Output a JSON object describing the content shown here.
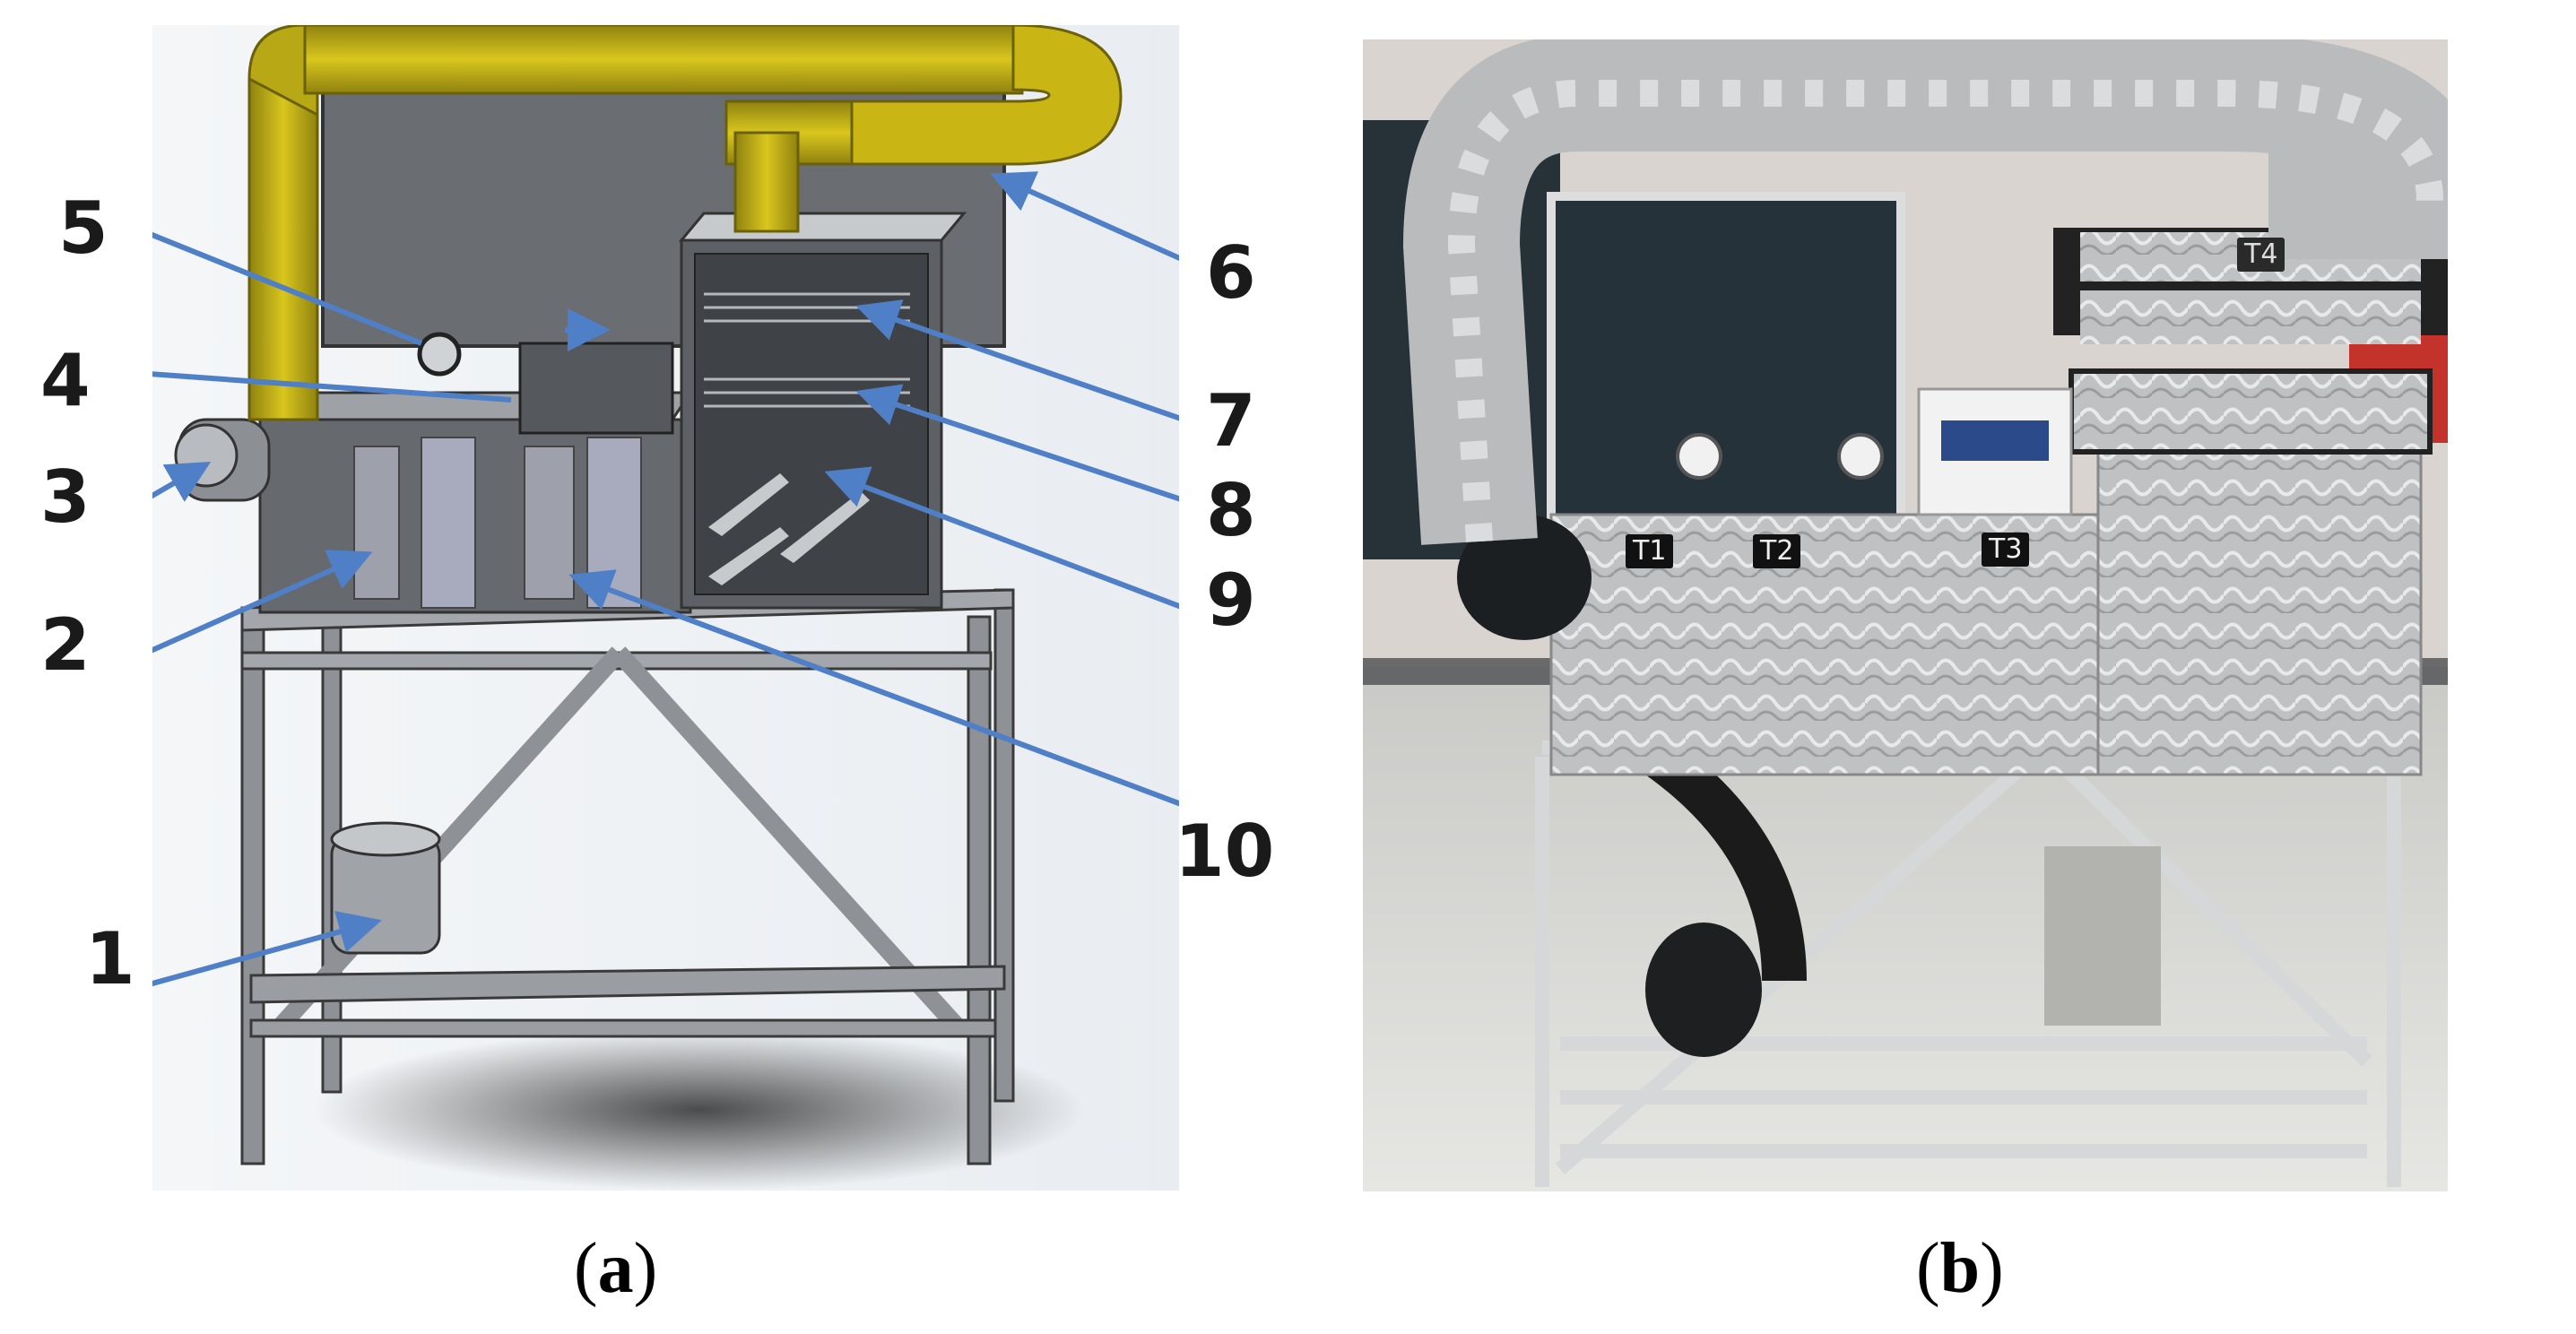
{
  "figure": {
    "panel_a": {
      "caption": {
        "open": "(",
        "letter": "a",
        "close": ")"
      },
      "callouts": [
        "1",
        "2",
        "3",
        "4",
        "5",
        "6",
        "7",
        "8",
        "9",
        "10"
      ]
    },
    "panel_b": {
      "caption": {
        "open": "(",
        "letter": "b",
        "close": ")"
      },
      "sensor_tags": [
        "T1",
        "T2",
        "T3",
        "T4"
      ]
    }
  },
  "colors": {
    "duct_yellow": "#c9b615",
    "arrow_blue": "#4f7fc6",
    "steel_grey": "#8a8d90",
    "insulation_silver": "#c7c9cb"
  }
}
